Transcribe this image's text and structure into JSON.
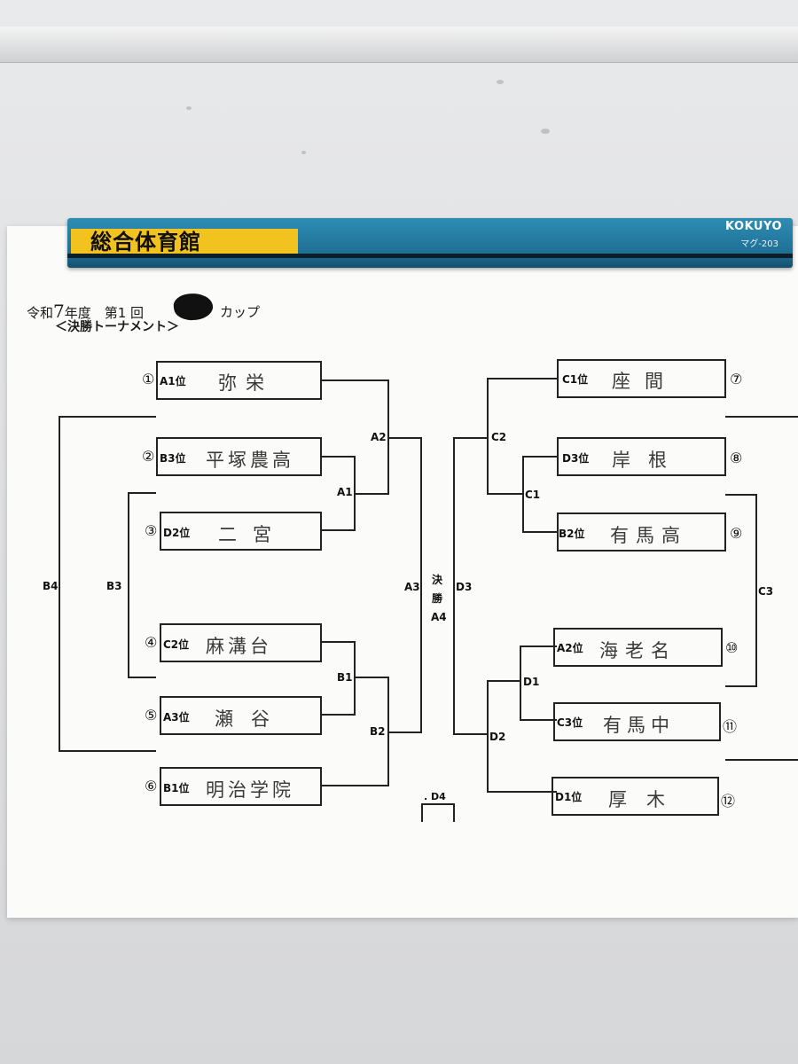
{
  "board": {
    "magnet_label": "総合体育館",
    "magnet_brand": "KOKUYO",
    "magnet_model": "マグ-203"
  },
  "heading": {
    "line1_pre": "令和",
    "line1_year": "7",
    "line1_post": "年度　第1 回",
    "line1_suffix": "カップ",
    "line2": "＜決勝トーナメント＞"
  },
  "left_teams": [
    {
      "num": "①",
      "slot": "A1位",
      "name": "弥栄"
    },
    {
      "num": "②",
      "slot": "B3位",
      "name": "平塚農高"
    },
    {
      "num": "③",
      "slot": "D2位",
      "name": "二宮"
    },
    {
      "num": "④",
      "slot": "C2位",
      "name": "麻溝台"
    },
    {
      "num": "⑤",
      "slot": "A3位",
      "name": "瀬谷"
    },
    {
      "num": "⑥",
      "slot": "B1位",
      "name": "明治学院"
    }
  ],
  "right_teams": [
    {
      "num": "⑦",
      "slot": "C1位",
      "name": "座間"
    },
    {
      "num": "⑧",
      "slot": "D3位",
      "name": "岸根"
    },
    {
      "num": "⑨",
      "slot": "B2位",
      "name": "有馬高"
    },
    {
      "num": "⑩",
      "slot": "A2位",
      "name": "海老名"
    },
    {
      "num": "⑪",
      "slot": "C3位",
      "name": "有馬中"
    },
    {
      "num": "⑫",
      "slot": "D1位",
      "name": "厚木"
    }
  ],
  "labels": {
    "A1": "A1",
    "A2": "A2",
    "A3": "A3",
    "A4": "A4",
    "B1": "B1",
    "B2": "B2",
    "B3": "B3",
    "B4": "B4",
    "C1": "C1",
    "C2": "C2",
    "C3": "C3",
    "D1": "D1",
    "D2": "D2",
    "D3": "D3",
    "D4": ". D4",
    "final_1": "決",
    "final_2": "勝"
  }
}
